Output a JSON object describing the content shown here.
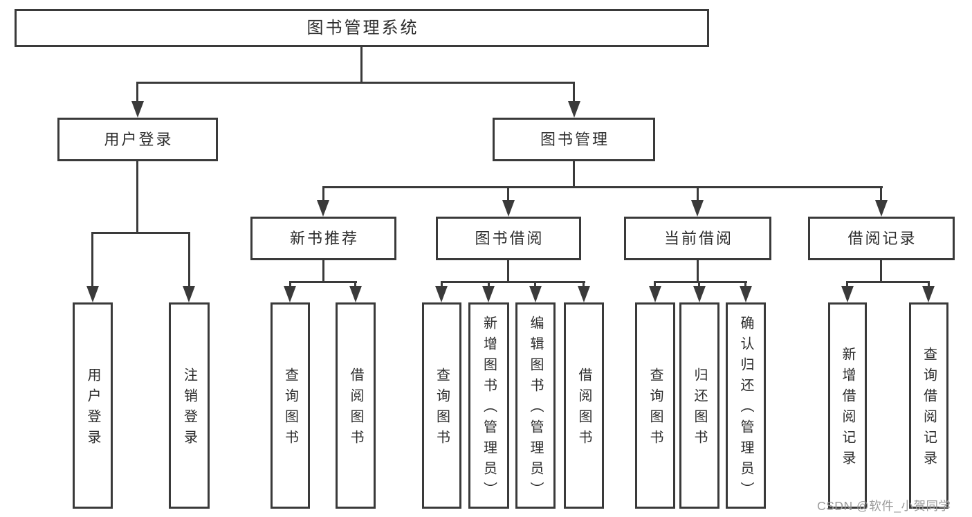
{
  "tree": {
    "root": {
      "label": "图书管理系统"
    },
    "user_login": {
      "label": "用户登录",
      "leaves": [
        {
          "label": "用户登录"
        },
        {
          "label": "注销登录"
        }
      ]
    },
    "book_mgmt": {
      "label": "图书管理",
      "groups": [
        {
          "label": "新书推荐",
          "leaves": [
            {
              "label": "查询图书"
            },
            {
              "label": "借阅图书"
            }
          ]
        },
        {
          "label": "图书借阅",
          "leaves": [
            {
              "label": "查询图书"
            },
            {
              "label": "新增图书（管理员）"
            },
            {
              "label": "编辑图书（管理员）"
            },
            {
              "label": "借阅图书"
            }
          ]
        },
        {
          "label": "当前借阅",
          "leaves": [
            {
              "label": "查询图书"
            },
            {
              "label": "归还图书"
            },
            {
              "label": "确认归还（管理员）"
            }
          ]
        },
        {
          "label": "借阅记录",
          "leaves": [
            {
              "label": "新增借阅记录"
            },
            {
              "label": "查询借阅记录"
            }
          ]
        }
      ]
    }
  },
  "watermark": "CSDN @软件_小贺同学",
  "colors": {
    "line": "#3a3a3a",
    "text": "#2d2d2d",
    "watermark": "#9b9b9b",
    "background": "#ffffff"
  }
}
